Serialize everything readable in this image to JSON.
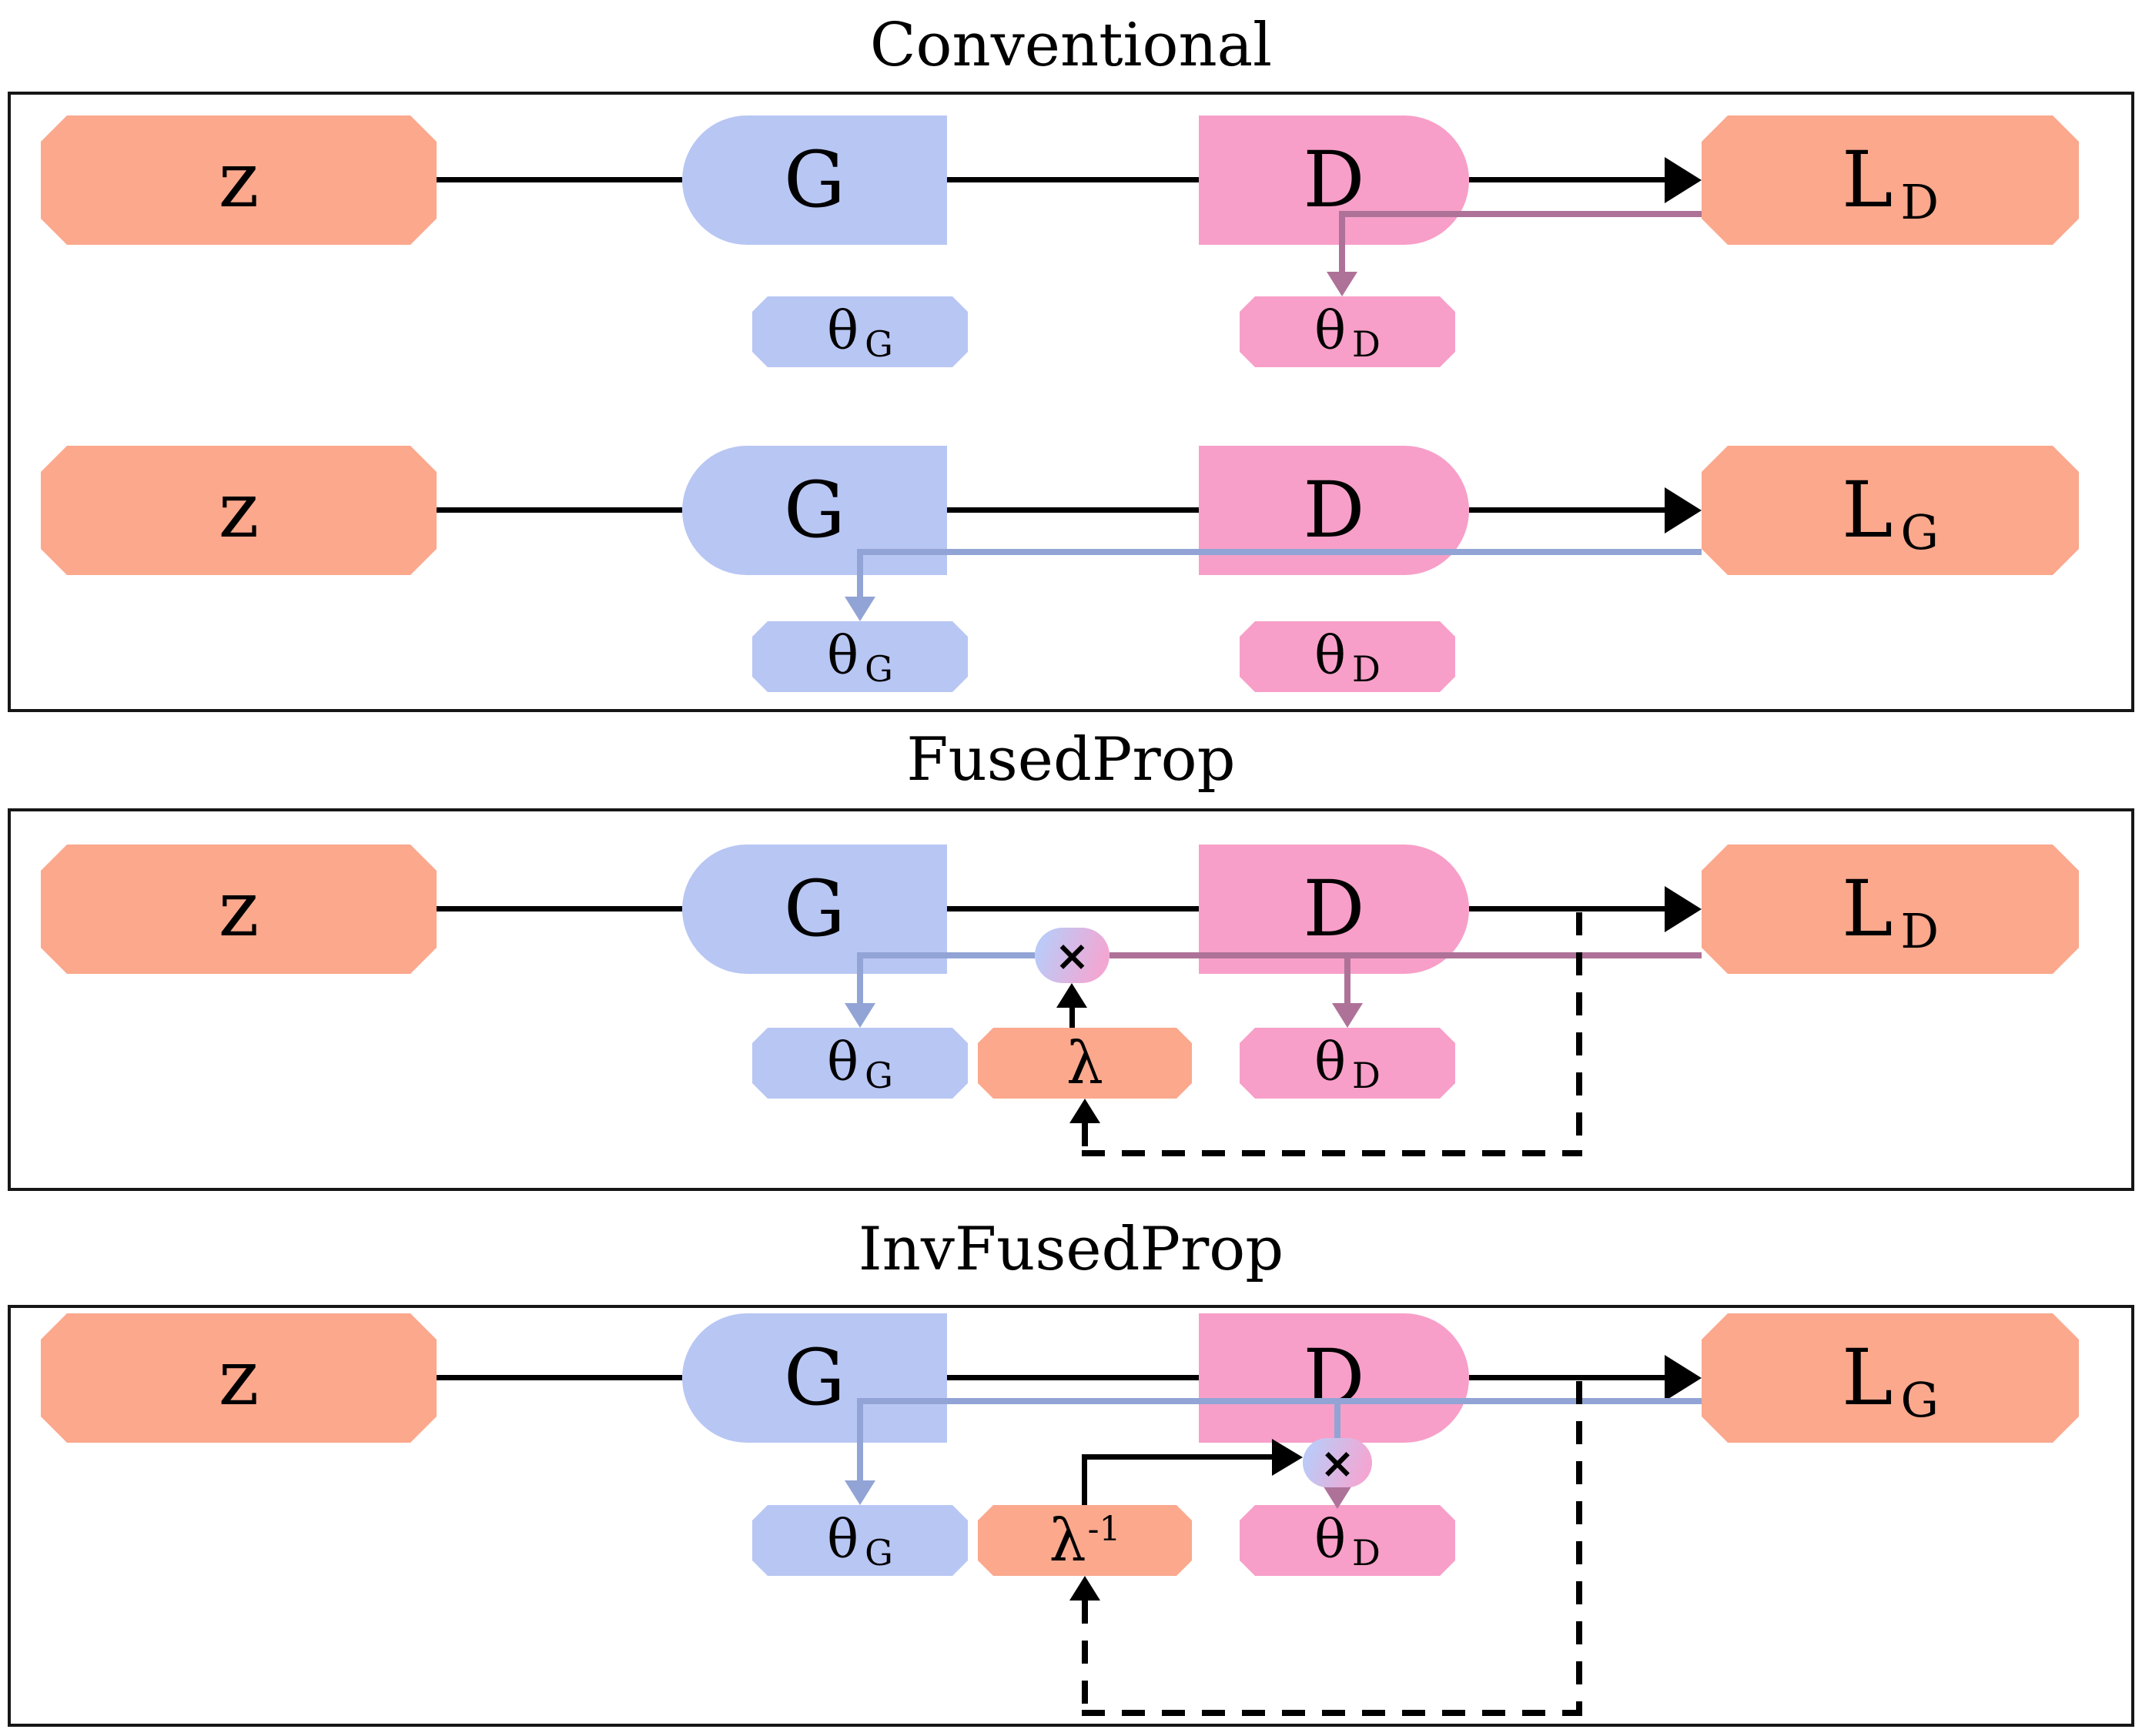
{
  "titles": {
    "conventional": "Conventional",
    "fusedprop": "FusedProp",
    "invfusedprop": "InvFusedProp"
  },
  "labels": {
    "z": "z",
    "generator": "G",
    "discriminator": "D",
    "loss": "L",
    "loss_sub_d": "D",
    "loss_sub_g": "G",
    "theta": "θ",
    "theta_sub_g": "G",
    "theta_sub_d": "D",
    "lambda": "λ",
    "lambda_exponent": "-1",
    "multiply": "×"
  },
  "colors": {
    "node_salmon": "#fba88d",
    "node_blue": "#b8c6f3",
    "node_pink": "#f79fc8",
    "edge_black": "#000000",
    "edge_blue": "#92a4d5",
    "edge_mauve": "#ae7298",
    "multiply_gradient_start": "#bdc9f6",
    "multiply_gradient_end": "#f2a7d3",
    "panel_border": "#161616",
    "background": "#ffffff"
  }
}
